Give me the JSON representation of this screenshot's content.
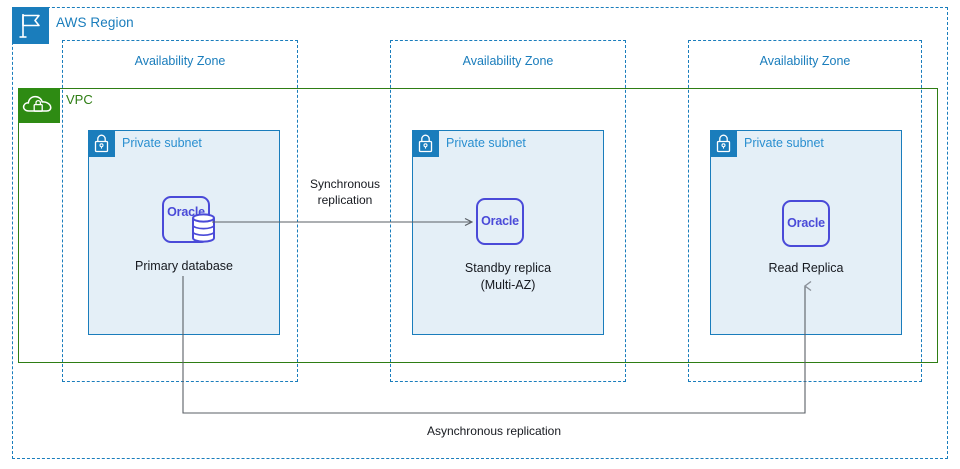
{
  "region": {
    "label": "AWS Region",
    "icon": "aws-region-flag-icon",
    "color": "#1a7dbc"
  },
  "vpc": {
    "label": "VPC",
    "icon": "vpc-cloud-lock-icon",
    "color": "#2e7d14"
  },
  "availability_zones": [
    {
      "label": "Availability Zone"
    },
    {
      "label": "Availability Zone"
    },
    {
      "label": "Availability Zone"
    }
  ],
  "subnets": [
    {
      "label": "Private subnet",
      "icon": "lock-icon"
    },
    {
      "label": "Private subnet",
      "icon": "lock-icon"
    },
    {
      "label": "Private subnet",
      "icon": "lock-icon"
    }
  ],
  "nodes": [
    {
      "icon_label": "Oracle",
      "icon": "oracle-database-icon",
      "caption_line1": "Primary database",
      "caption_line2": "",
      "color": "#4a4ad8"
    },
    {
      "icon_label": "Oracle",
      "icon": "oracle-icon",
      "caption_line1": "Standby replica",
      "caption_line2": "(Multi-AZ)",
      "color": "#4a4ad8"
    },
    {
      "icon_label": "Oracle",
      "icon": "oracle-icon",
      "caption_line1": "Read Replica",
      "caption_line2": "",
      "color": "#4a4ad8"
    }
  ],
  "connectors": [
    {
      "name": "synchronous-replication",
      "label_line1": "Synchronous",
      "label_line2": "replication"
    },
    {
      "name": "asynchronous-replication",
      "label_line1": "Asynchronous replication",
      "label_line2": ""
    }
  ],
  "colors": {
    "aws_blue": "#1a7dbc",
    "vpc_green": "#2e7d14",
    "subnet_fill": "#e4eff7",
    "oracle_purple": "#4a4ad8",
    "connector_gray": "#5a5f66",
    "text_dark": "#16191f"
  }
}
